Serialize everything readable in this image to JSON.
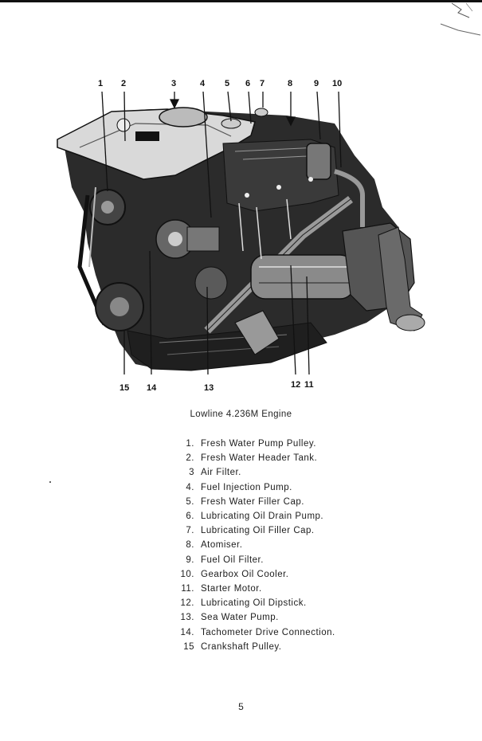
{
  "figure": {
    "callouts": [
      {
        "label": "1"
      },
      {
        "label": "2"
      },
      {
        "label": "3"
      },
      {
        "label": "4"
      },
      {
        "label": "5"
      },
      {
        "label": "6"
      },
      {
        "label": "7"
      },
      {
        "label": "8"
      },
      {
        "label": "9"
      },
      {
        "label": "10"
      },
      {
        "label": "15"
      },
      {
        "label": "14"
      },
      {
        "label": "13"
      },
      {
        "label": "12"
      },
      {
        "label": "11"
      }
    ]
  },
  "caption": "Lowline 4.236M Engine",
  "legend": [
    {
      "num": "1.",
      "text": "Fresh Water Pump Pulley."
    },
    {
      "num": "2.",
      "text": "Fresh Water Header Tank."
    },
    {
      "num": "3",
      "text": "Air Filter."
    },
    {
      "num": "4.",
      "text": "Fuel Injection Pump."
    },
    {
      "num": "5.",
      "text": "Fresh Water Filler Cap."
    },
    {
      "num": "6.",
      "text": "Lubricating Oil Drain Pump."
    },
    {
      "num": "7.",
      "text": "Lubricating Oil Filler Cap."
    },
    {
      "num": "8.",
      "text": "Atomiser."
    },
    {
      "num": "9.",
      "text": "Fuel Oil Filter."
    },
    {
      "num": "10.",
      "text": "Gearbox Oil Cooler."
    },
    {
      "num": "11.",
      "text": "Starter Motor."
    },
    {
      "num": "12.",
      "text": "Lubricating Oil Dipstick."
    },
    {
      "num": "13.",
      "text": "Sea Water Pump."
    },
    {
      "num": "14.",
      "text": "Tachometer Drive Connection."
    },
    {
      "num": "15",
      "text": "Crankshaft Pulley."
    }
  ],
  "page_number": "5"
}
